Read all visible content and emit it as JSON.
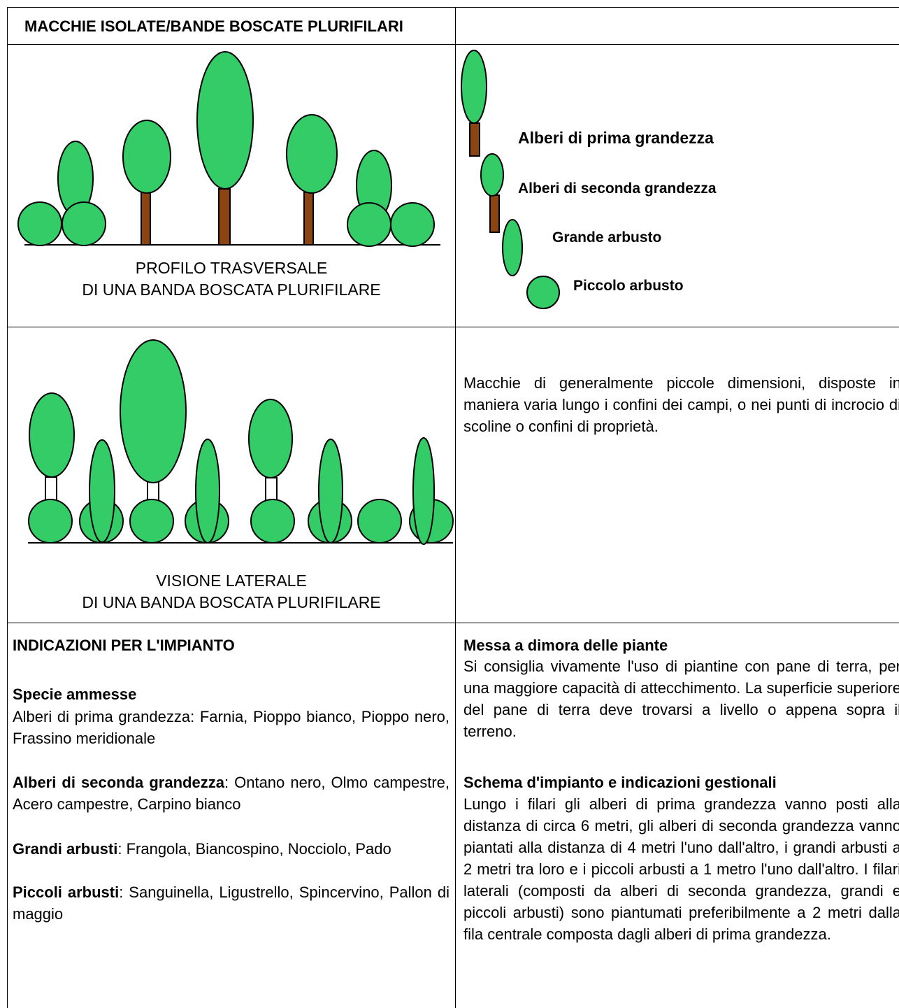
{
  "header": {
    "title": "MACCHIE ISOLATE/BANDE BOSCATE PLURIFILARI",
    "right": ""
  },
  "profile": {
    "caption_line1": "PROFILO TRASVERSALE",
    "caption_line2": "DI UNA BANDA BOSCATA PLURIFILARE"
  },
  "legend": {
    "items": [
      {
        "label": "Alberi di prima grandezza",
        "icon": "tall-tree-icon"
      },
      {
        "label": "Alberi di seconda grandezza",
        "icon": "medium-tree-icon"
      },
      {
        "label": "Grande arbusto",
        "icon": "large-shrub-icon"
      },
      {
        "label": "Piccolo arbusto",
        "icon": "small-shrub-icon"
      }
    ]
  },
  "lateral": {
    "caption_line1": "VISIONE LATERALE",
    "caption_line2": "DI UNA BANDA BOSCATA PLURIFILARE",
    "description": "Macchie di generalmente piccole dimensioni, disposte in maniera varia lungo i confini dei campi, o nei punti di incrocio di scoline o confini di proprietà."
  },
  "planting": {
    "heading": "INDICAZIONI PER L'IMPIANTO",
    "species_heading": "Specie ammesse",
    "species": [
      {
        "bold": "",
        "text": "Alberi di prima grandezza: Farnia, Pioppo bianco, Pioppo nero, Frassino meridionale"
      },
      {
        "bold": "Alberi di seconda grandezza",
        "text": ": Ontano nero, Olmo campestre, Acero campestre, Carpino bianco"
      },
      {
        "bold": "Grandi arbusti",
        "text": ": Frangola, Biancospino, Nocciolo, Pado"
      },
      {
        "bold": "Piccoli arbusti",
        "text": ": Sanguinella, Ligustrello, Spincervino, Pallon di maggio"
      }
    ]
  },
  "management": {
    "dimora_heading": "Messa a dimora delle piante",
    "dimora_text": "Si consiglia vivamente l'uso di piantine con pane di terra, per una maggiore capacità di attecchimento. La superficie superiore del pane di terra deve trovarsi a livello o appena sopra il terreno.",
    "schema_heading": "Schema d'impianto e indicazioni gestionali",
    "schema_text": "Lungo i filari gli alberi di prima grandezza vanno posti alla distanza di circa 6 metri, gli alberi di seconda grandezza vanno piantati alla distanza di 4 metri l'uno dall'altro, i grandi arbusti a 2 metri tra loro e i piccoli arbusti a 1 metro l'uno dall'altro. I filari laterali (composti da alberi di seconda grandezza, grandi e piccoli arbusti) sono piantumati preferibilmente a 2 metri dalla fila centrale composta dagli alberi di prima grandezza."
  },
  "colors": {
    "foliage": "#33cc66",
    "trunk": "#8b4513",
    "stroke": "#000000",
    "white_trunk": "#ffffff"
  }
}
